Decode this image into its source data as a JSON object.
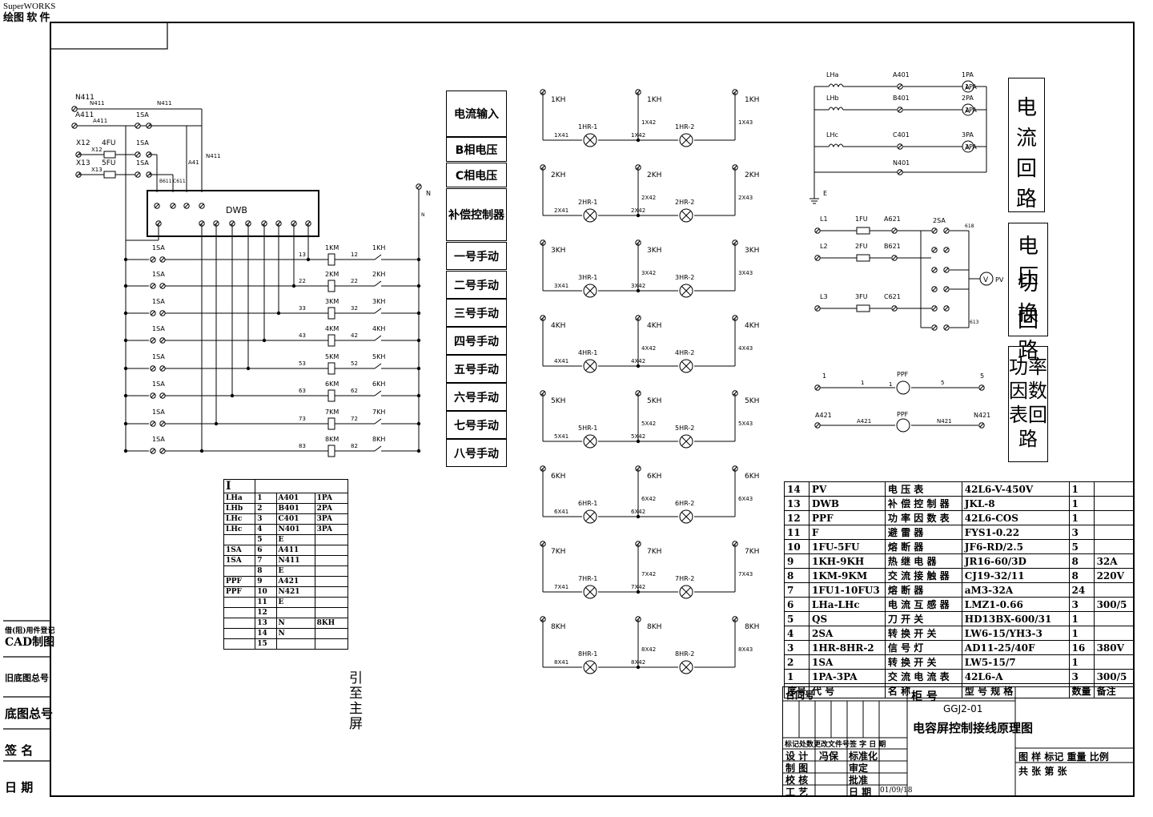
{
  "corner": {
    "software": "SuperWORKS",
    "software_cn": "绘图 软 件"
  },
  "side_labels": {
    "approve": "借(阻)用件登记",
    "cad": "CAD制图",
    "old_no": "旧底图总号",
    "base_no": "底图总号",
    "sign": "签  名",
    "date": "日  期"
  },
  "dwb_label": "DWB",
  "controls": [
    "电流输入",
    "B相电压",
    "C相电压",
    "补偿控制器",
    "一号手动",
    "二号手动",
    "三号手动",
    "四号手动",
    "五号手动",
    "六号手动",
    "七号手动",
    "八号手动"
  ],
  "left_circuit": {
    "n411": "N411",
    "a411": "A411",
    "x12": "X12",
    "x13": "X13",
    "fu4": "4FU",
    "fu5": "5FU",
    "sa": "1SA",
    "b611": "B611",
    "c611": "C611",
    "a41": "A41",
    "n_label": "N",
    "km_rows": [
      {
        "km": "1KM",
        "kh": "1KH",
        "a": "13",
        "b": "12"
      },
      {
        "km": "2KM",
        "kh": "2KH",
        "a": "22",
        "b": "22"
      },
      {
        "km": "3KM",
        "kh": "3KH",
        "a": "33",
        "b": "32"
      },
      {
        "km": "4KM",
        "kh": "4KH",
        "a": "43",
        "b": "42"
      },
      {
        "km": "5KM",
        "kh": "5KH",
        "a": "53",
        "b": "52"
      },
      {
        "km": "6KM",
        "kh": "6KH",
        "a": "63",
        "b": "62"
      },
      {
        "km": "7KM",
        "kh": "7KH",
        "a": "73",
        "b": "72"
      },
      {
        "km": "8KM",
        "kh": "8KH",
        "a": "83",
        "b": "82"
      }
    ]
  },
  "lamp_groups": [
    {
      "kh": "1KH",
      "hr1": "1HR-1",
      "hr2": "1HR-2",
      "x1": "1X41",
      "x2": "1X42",
      "x3": "1X43"
    },
    {
      "kh": "2KH",
      "hr1": "2HR-1",
      "hr2": "2HR-2",
      "x1": "2X41",
      "x2": "2X42",
      "x3": "2X43"
    },
    {
      "kh": "3KH",
      "hr1": "3HR-1",
      "hr2": "3HR-2",
      "x1": "3X41",
      "x2": "3X42",
      "x3": "3X43"
    },
    {
      "kh": "4KH",
      "hr1": "4HR-1",
      "hr2": "4HR-2",
      "x1": "4X41",
      "x2": "4X42",
      "x3": "4X43"
    },
    {
      "kh": "5KH",
      "hr1": "5HR-1",
      "hr2": "5HR-2",
      "x1": "5X41",
      "x2": "5X42",
      "x3": "5X43"
    },
    {
      "kh": "6KH",
      "hr1": "6HR-1",
      "hr2": "6HR-2",
      "x1": "6X41",
      "x2": "6X42",
      "x3": "6X43"
    },
    {
      "kh": "7KH",
      "hr1": "7HR-1",
      "hr2": "7HR-2",
      "x1": "7X41",
      "x2": "7X42",
      "x3": "7X43"
    },
    {
      "kh": "8KH",
      "hr1": "8HR-1",
      "hr2": "8HR-2",
      "x1": "8X41",
      "x2": "8X42",
      "x3": "8X43"
    }
  ],
  "current_loop": {
    "rows": [
      {
        "ct": "LHa",
        "wire": "A401",
        "meter": "1PA"
      },
      {
        "ct": "LHb",
        "wire": "B401",
        "meter": "2PA"
      },
      {
        "ct": "LHc",
        "wire": "C401",
        "meter": "3PA"
      }
    ],
    "n401": "N401",
    "ground": "E",
    "title": "电流回路"
  },
  "voltage_loop": {
    "rows": [
      {
        "line": "L1",
        "fu": "1FU",
        "wire": "A621"
      },
      {
        "line": "L2",
        "fu": "2FU",
        "wire": "B621"
      },
      {
        "line": "L3",
        "fu": "3FU",
        "wire": "C621"
      }
    ],
    "sa": "2SA",
    "pv": "PV",
    "w1": "618",
    "w2": "613",
    "title_a": "电压",
    "title_b": "切换",
    "title_c": "回路"
  },
  "pf_loop": {
    "row1": {
      "a": "1",
      "b": "1",
      "c": "1",
      "d": "5",
      "e": "5",
      "ppf": "PPF"
    },
    "row2": {
      "a": "A421",
      "b": "A421",
      "c": "N421",
      "d": "N421",
      "ppf": "PPF"
    },
    "title_a": "功率",
    "title_b": "因数",
    "title_c": "表回",
    "title_d": "路"
  },
  "terminal_table": {
    "header": "I",
    "rows": [
      [
        "LHa",
        "1",
        "A401",
        "1PA"
      ],
      [
        "LHb",
        "2",
        "B401",
        "2PA"
      ],
      [
        "LHc",
        "3",
        "C401",
        "3PA"
      ],
      [
        "LHc",
        "4",
        "N401",
        "3PA"
      ],
      [
        "",
        "5",
        "E",
        ""
      ],
      [
        "1SA",
        "6",
        "A411",
        ""
      ],
      [
        "1SA",
        "7",
        "N411",
        ""
      ],
      [
        "",
        "8",
        "E",
        ""
      ],
      [
        "PPF",
        "9",
        "A421",
        ""
      ],
      [
        "PPF",
        "10",
        "N421",
        ""
      ],
      [
        "",
        "11",
        "E",
        ""
      ],
      [
        "",
        "12",
        "",
        ""
      ],
      [
        "",
        "13",
        "N",
        "8KH"
      ],
      [
        "",
        "14",
        "N",
        ""
      ],
      [
        "",
        "15",
        "",
        ""
      ]
    ],
    "lead_label": "引至主屏"
  },
  "bom": {
    "rows": [
      [
        "14",
        "PV",
        "电  压  表",
        "42L6-V-450V",
        "1",
        ""
      ],
      [
        "13",
        "DWB",
        "补 偿 控 制 器",
        "JKL-8",
        "1",
        ""
      ],
      [
        "12",
        "PPF",
        "功 率 因 数 表",
        "42L6-COS",
        "1",
        ""
      ],
      [
        "11",
        "F",
        "避  雷  器",
        "FYS1-0.22",
        "3",
        ""
      ],
      [
        "10",
        "1FU-5FU",
        "熔  断  器",
        "JF6-RD/2.5",
        "5",
        ""
      ],
      [
        "9",
        "1KH-9KH",
        "热 继 电 器",
        "JR16-60/3D",
        "8",
        "32A"
      ],
      [
        "8",
        "1KM-9KM",
        "交 流 接 触 器",
        "CJ19-32/11",
        "8",
        "220V"
      ],
      [
        "7",
        "1FU1-10FU3",
        "熔  断  器",
        "aM3-32A",
        "24",
        ""
      ],
      [
        "6",
        "LHa-LHc",
        "电 流 互 感 器",
        "LMZ1-0.66",
        "3",
        "300/5"
      ],
      [
        "5",
        "QS",
        "刀  开  关",
        "HD13BX-600/31",
        "1",
        ""
      ],
      [
        "4",
        "2SA",
        "转 换 开 关",
        "LW6-15/YH3-3",
        "1",
        ""
      ],
      [
        "3",
        "1HR-8HR-2",
        "信  号  灯",
        "AD11-25/40F",
        "16",
        "380V"
      ],
      [
        "2",
        "1SA",
        "转 换 开 关",
        "LW5-15/7",
        "1",
        ""
      ],
      [
        "1",
        "1PA-3PA",
        "交 流 电 流 表",
        "42L6-A",
        "3",
        "300/5"
      ]
    ],
    "header": [
      "序号",
      "代  号",
      "名  称",
      "型  号  规  格",
      "数量",
      "备注"
    ]
  },
  "title_block": {
    "contract": "合同号",
    "cabinet": "柜 号",
    "drawing_no": "GGJ2-01",
    "drawing_title": "电容屏控制接线原理图",
    "mark_row": "标记处数更改文件号签 字 日 期",
    "design": "设  计",
    "checked": "冯保",
    "standard": "标准化",
    "draw": "制  图",
    "review": "审定",
    "proof": "校  核",
    "approve": "批准",
    "process": "工  艺",
    "date": "日 期",
    "date_val": "01/09/18",
    "pattern": "图  样  标记  重量  比例",
    "sheets": "共     张  第     张"
  }
}
